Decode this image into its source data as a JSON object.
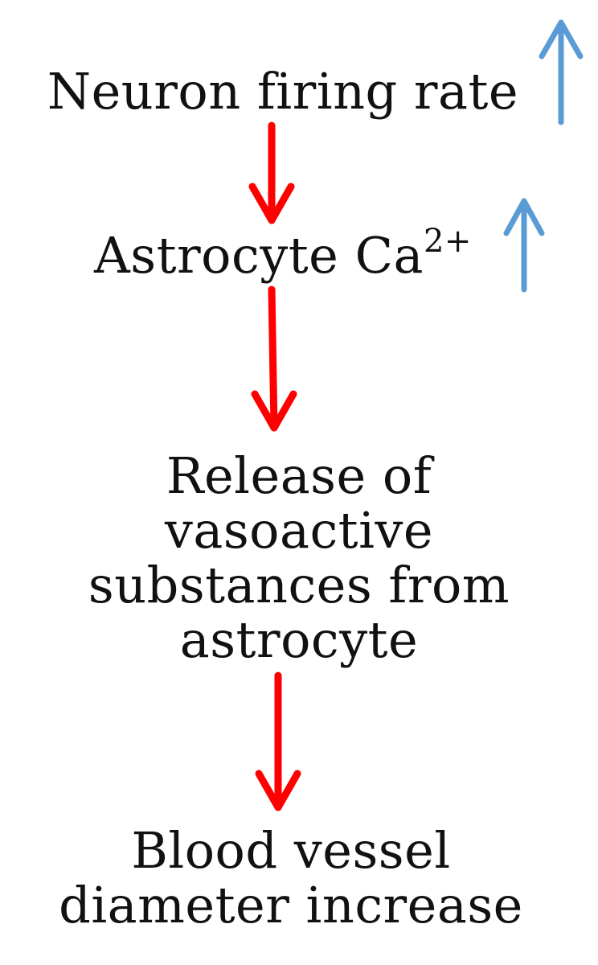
{
  "nodes": {
    "neuron_firing": {
      "label": "Neuron firing rate"
    },
    "astrocyte_ca": {
      "label": "Astrocyte Ca",
      "superscript": "2+"
    },
    "release": {
      "lines": [
        "Release of",
        "vasoactive",
        "substances from",
        "astrocyte"
      ]
    },
    "blood_vessel": {
      "lines": [
        "Blood vessel",
        "diameter increase"
      ]
    }
  },
  "colors": {
    "flow_arrow": "#ff0000",
    "increase_arrow": "#5b9bd5",
    "text": "#111111",
    "background": "#ffffff"
  },
  "icons": {
    "flow": "arrow-down-icon",
    "increase": "arrow-up-icon"
  }
}
